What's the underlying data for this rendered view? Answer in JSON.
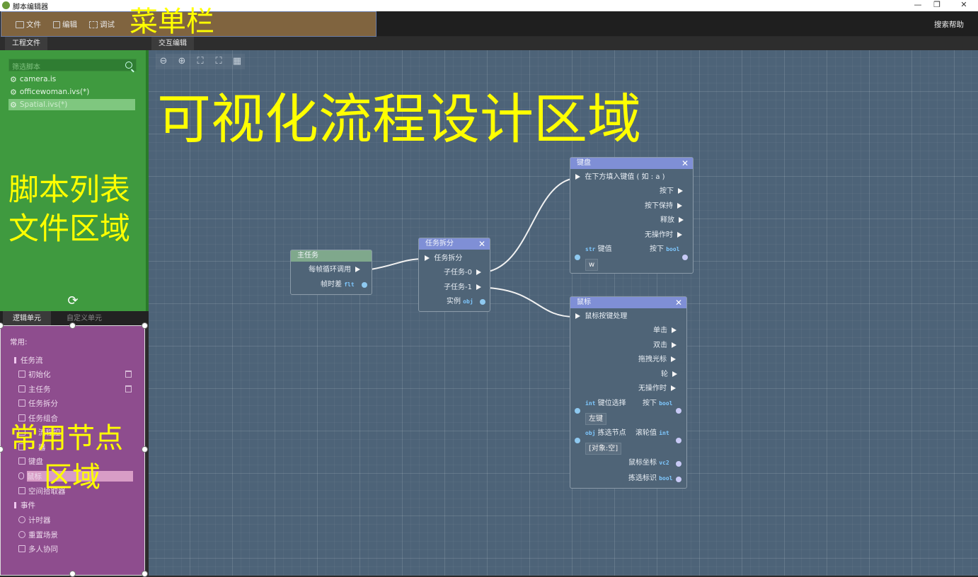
{
  "window": {
    "title": "脚本编辑器",
    "min": "—",
    "restore": "❐",
    "close": "✕"
  },
  "menu": {
    "file": "文件",
    "edit": "编辑",
    "debug": "调试",
    "search_help": "搜索帮助"
  },
  "tabs": {
    "project_files": "工程文件",
    "interactive_edit": "交互编辑",
    "logic_units": "逻辑单元",
    "custom_units": "自定义单元"
  },
  "filter": {
    "placeholder": "筛选脚本"
  },
  "files": [
    "camera.is",
    "officewoman.ivs(*)",
    "Spatial.ivs(*)"
  ],
  "annotations": {
    "menubar": "菜单栏",
    "canvas": "可视化流程设计区域",
    "filelist_line1": "脚本列表",
    "filelist_line2": "文件区域",
    "nodes_line1": "常用节点",
    "nodes_line2": "区域"
  },
  "node_panel": {
    "common": "常用:",
    "cat_taskflow": "任务流",
    "init": "初始化",
    "main_task": "主任务",
    "task_split": "任务拆分",
    "task_combine": "任务组合",
    "partial1": "流程控",
    "partial2": "器",
    "keyboard": "键盘",
    "mouse": "鼠标",
    "spatial": "空间拾取器",
    "cat_event": "事件",
    "timer": "计时器",
    "reset_scene": "重置场景",
    "multiplayer": "多人协同"
  },
  "nodes": {
    "main": {
      "title": "主任务",
      "out1": "每帧循环调用",
      "out2": "帧时差",
      "out2_type": "flt"
    },
    "split": {
      "title": "任务拆分",
      "in1": "任务拆分",
      "out1": "子任务-0",
      "out2": "子任务-1",
      "out3": "实例",
      "out3_type": "obj"
    },
    "keyboard": {
      "title": "键盘",
      "in1": "在下方填入键值 ( 如 : a )",
      "o1": "按下",
      "o2": "按下保持",
      "o3": "释放",
      "o4": "无操作时",
      "in_type": "str",
      "in_label": "键值",
      "out_label": "按下",
      "out_type": "bool",
      "value": "w"
    },
    "mouse": {
      "title": "鼠标",
      "in1": "鼠标按键处理",
      "o1": "单击",
      "o2": "双击",
      "o3": "拖拽光标",
      "o4": "轮",
      "o5": "无操作时",
      "p1_type": "int",
      "p1_label": "键位选择",
      "p1_out": "按下",
      "p1_out_type": "bool",
      "p1_value": "左键",
      "p2_type": "obj",
      "p2_label": "拣选节点",
      "p2_out": "滚轮值",
      "p2_out_type": "int",
      "p2_value": "[对象:空]",
      "o6": "鼠标坐标",
      "o6_type": "vc2",
      "o7": "拣选标识",
      "o7_type": "bool"
    }
  },
  "colors": {
    "canvas": "#4d6378",
    "file_panel": "#3f9a3f",
    "node_panel": "#8e4d8e",
    "annotation": "#ffff00",
    "menubar_overlay": "#8b6c42",
    "node_head_main": "#7fa88c",
    "node_head_other": "#7f8fd6"
  }
}
